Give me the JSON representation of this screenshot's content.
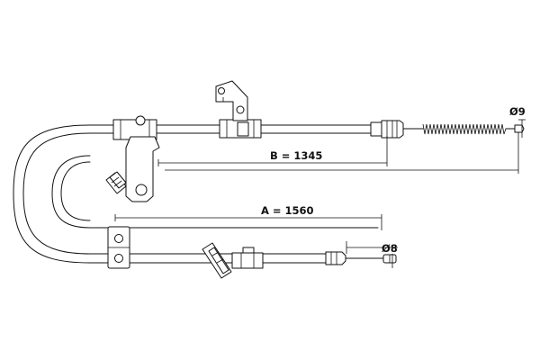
{
  "dimensions": {
    "a_label": "A = 1560",
    "b_label": "B = 1345",
    "dia_top": "Ø9",
    "dia_bottom": "Ø8"
  }
}
